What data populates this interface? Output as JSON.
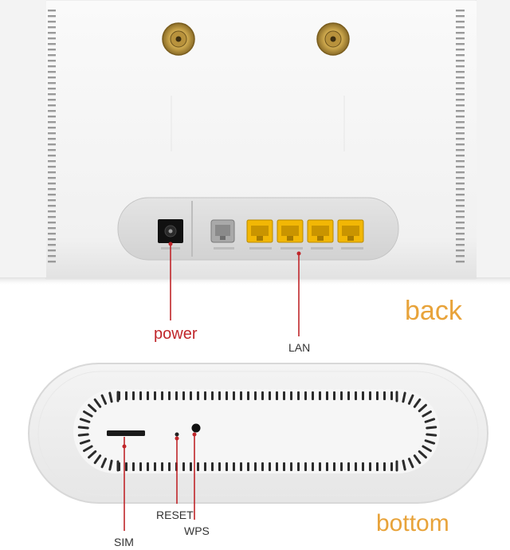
{
  "labels": {
    "power": "power",
    "lan": "LAN",
    "back": "back",
    "reset": "RESET",
    "wps": "WPS",
    "sim": "SIM",
    "bottom": "bottom"
  },
  "colors": {
    "callout_red": "#c0262a",
    "section_orange": "#e8a33a",
    "lan_port_yellow": "#f2b705",
    "antenna_gold": "#c9a44a",
    "router_white": "#f7f7f7"
  },
  "back_panel": {
    "lan_port_count": 4
  },
  "icons": [
    "antenna-connector-icon",
    "power-jack-icon",
    "phone-port-icon",
    "lan-port-icon",
    "sim-slot-icon",
    "reset-hole-icon",
    "wps-button-icon"
  ]
}
